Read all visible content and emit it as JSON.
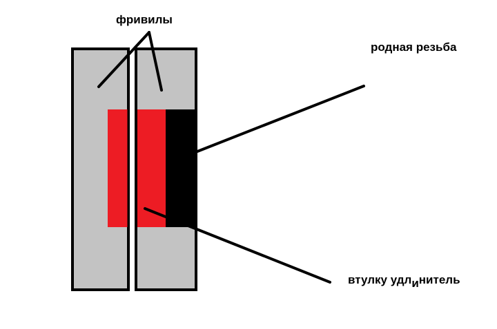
{
  "labels": {
    "chamfers": "фривилы",
    "native_thread": "родная резьба",
    "extension_sleeve_start": "втулку удл",
    "extension_sleeve_sub": "и",
    "extension_sleeve_end": "нитель"
  },
  "colors": {
    "part_fill": "#c3c3c3",
    "sleeve_fill": "#ed1c24",
    "thread_fill": "#000000",
    "outline": "#000000",
    "background": "#ffffff"
  }
}
